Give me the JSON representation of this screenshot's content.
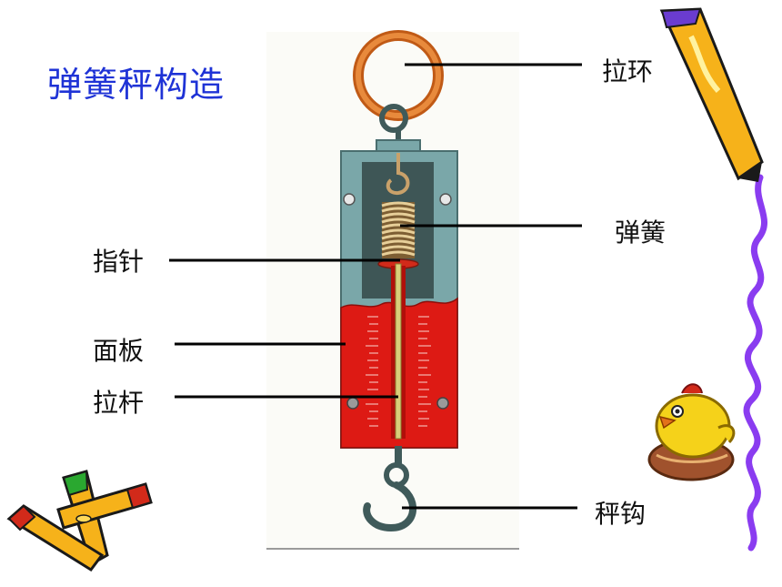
{
  "title": "弹簧秤构造",
  "labels": {
    "pull_ring": "拉环",
    "spring": "弹簧",
    "pointer": "指针",
    "panel": "面板",
    "pull_rod": "拉杆",
    "hook": "秤钩"
  },
  "colors": {
    "title": "#1f33d6",
    "ring": "#d9772a",
    "frame": "#7aa7a9",
    "panel": "#dd1a14",
    "squiggle": "#8a3cf0"
  }
}
